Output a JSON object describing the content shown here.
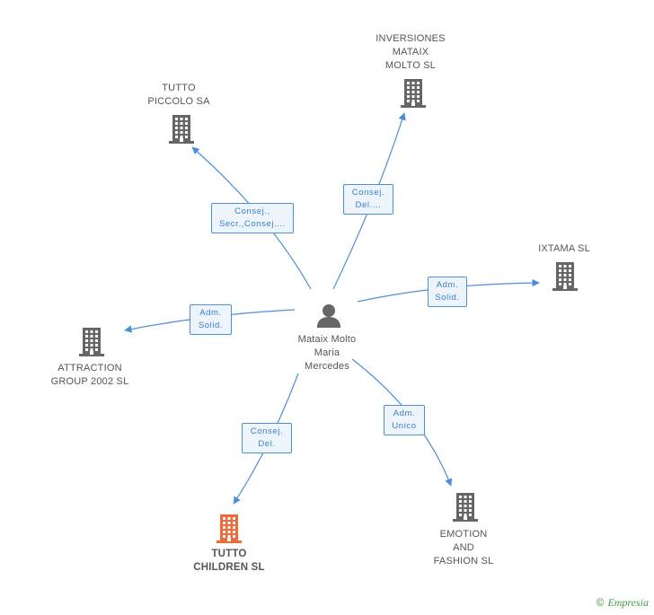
{
  "center": {
    "label": "Mataix Molto\nMaria\nMercedes",
    "icon": "person-icon"
  },
  "companies": [
    {
      "id": "inversiones",
      "label": "INVERSIONES\nMATAIX\nMOLTO SL",
      "icon": "building-icon",
      "color": "#666666"
    },
    {
      "id": "tutto-piccolo",
      "label": "TUTTO\nPICCOLO SA",
      "icon": "building-icon",
      "color": "#666666"
    },
    {
      "id": "ixtama",
      "label": "IXTAMA SL",
      "icon": "building-icon",
      "color": "#666666"
    },
    {
      "id": "attraction",
      "label": "ATTRACTION\nGROUP 2002 SL",
      "icon": "building-icon",
      "color": "#666666"
    },
    {
      "id": "tutto-children",
      "label": "TUTTO\nCHILDREN SL",
      "icon": "building-icon",
      "color": "#f06a3a",
      "highlight": true
    },
    {
      "id": "emotion",
      "label": "EMOTION\nAND\nFASHION SL",
      "icon": "building-icon",
      "color": "#666666"
    }
  ],
  "relations": [
    {
      "to": "tutto-piccolo",
      "label": "Consej.,\nSecr.,Consej...."
    },
    {
      "to": "inversiones",
      "label": "Consej.\nDel...."
    },
    {
      "to": "ixtama",
      "label": "Adm.\nSolid."
    },
    {
      "to": "attraction",
      "label": "Adm.\nSolid."
    },
    {
      "to": "tutto-children",
      "label": "Consej.\nDel."
    },
    {
      "to": "emotion",
      "label": "Adm.\nUnico"
    }
  ],
  "footer": {
    "copyright_symbol": "©",
    "brand": "Empresia"
  },
  "colors": {
    "edge": "#4a90d9",
    "node": "#666666",
    "highlight": "#f06a3a"
  }
}
